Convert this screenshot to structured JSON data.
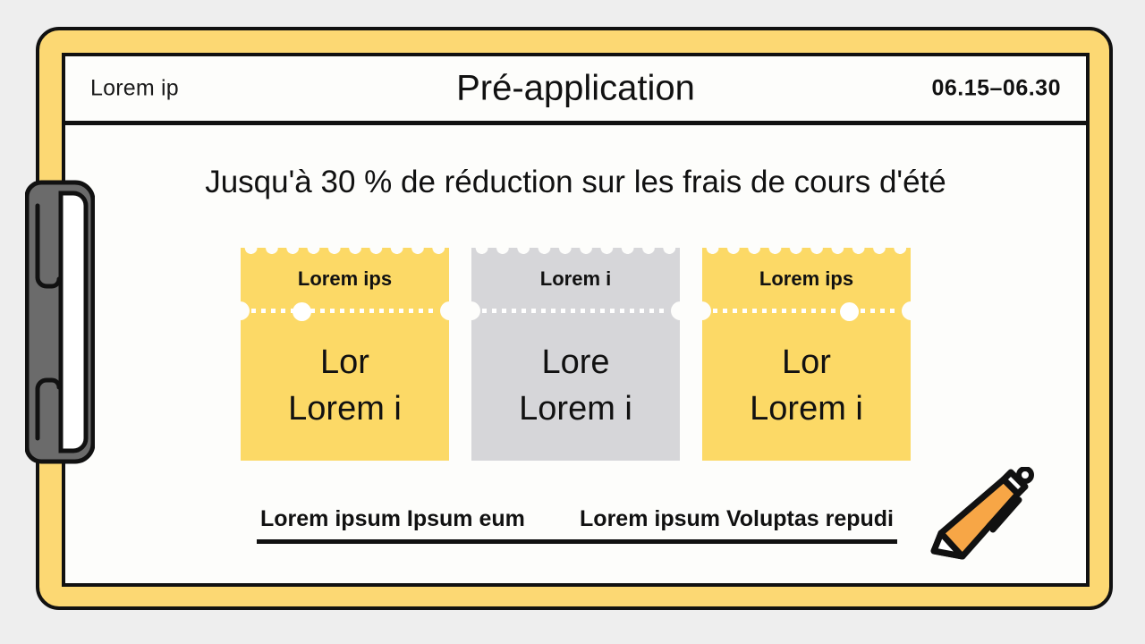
{
  "header": {
    "left_label": "Lorem ip",
    "title": "Pré-application",
    "date_range": "06.15–06.30"
  },
  "body": {
    "headline": "Jusqu'à 30 % de réduction sur les frais de cours d'été"
  },
  "tickets": [
    {
      "variant": "yellow",
      "color": "#fcd966",
      "header": "Lorem ips",
      "value_line1": "Lor",
      "value_line2": "Lorem i"
    },
    {
      "variant": "gray",
      "color": "#d6d6d9",
      "header": "Lorem i",
      "value_line1": "Lore",
      "value_line2": "Lorem i"
    },
    {
      "variant": "yellow",
      "color": "#fcd966",
      "header": "Lorem ips",
      "value_line1": "Lor",
      "value_line2": "Lorem i"
    }
  ],
  "signature": {
    "left_label": "Lorem ipsum Ipsum eum",
    "right_label": "Lorem ipsum Voluptas repudi"
  },
  "icons": {
    "pen": "pen-icon",
    "clip": "binder-clip-icon"
  },
  "colors": {
    "frame_yellow": "#fcd873",
    "ticket_yellow": "#fcd966",
    "ticket_gray": "#d6d6d9",
    "pen_orange": "#f7a646",
    "clip_gray": "#666666",
    "outline": "#111111",
    "page_white": "#fdfdfb",
    "backdrop": "#eeeeee"
  }
}
